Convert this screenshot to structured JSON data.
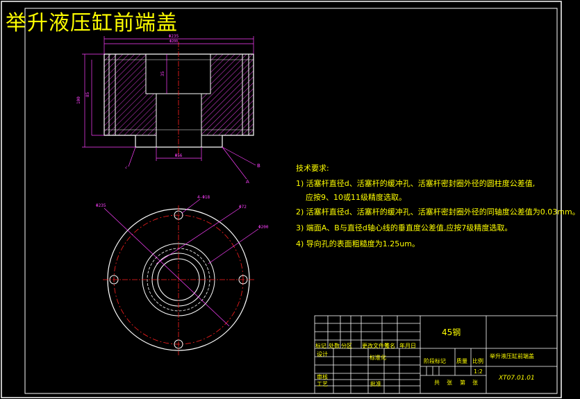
{
  "title": "举升液压缸前端盖",
  "requirements": {
    "heading": "技术要求:",
    "items": [
      "1) 活塞杆直径d、活塞杆的缓冲孔、活塞杆密封圈外径的圆柱度公差值,",
      "应按9、10或11级精度选取。",
      "2) 活塞杆直径d、活塞杆的缓冲孔、活塞杆密封圈外径的同轴度公差值为0.03mm。",
      "3) 端面A、B与直径d轴心线的垂直度公差值,应按7级精度选取。",
      "4) 导向孔的表面粗糙度为1.25um。"
    ]
  },
  "section_labels": {
    "a": "A",
    "b": "B"
  },
  "title_block": {
    "material": "45钢",
    "part_name": "举升液压缸前端盖",
    "drawing_no": "XT07.01.01",
    "scale": "1:2",
    "header_row": [
      "标记",
      "处数",
      "分区",
      "更改文件号",
      "签名",
      "年月日"
    ],
    "designer_label": "设计",
    "standardization_label": "标准化",
    "review_label": "审核",
    "process_label": "工艺",
    "approve_label": "批准",
    "stage_labels": [
      "阶段标记",
      "质量",
      "比例"
    ],
    "sheet_labels": [
      "共",
      "张",
      "第",
      "张"
    ]
  },
  "colors": {
    "frame": "#ffffff",
    "outline": "#ffffff",
    "hatch": "#e040e0",
    "dimension": "#ff40ff",
    "centerline": "#ff2020",
    "text": "#ffff00"
  }
}
